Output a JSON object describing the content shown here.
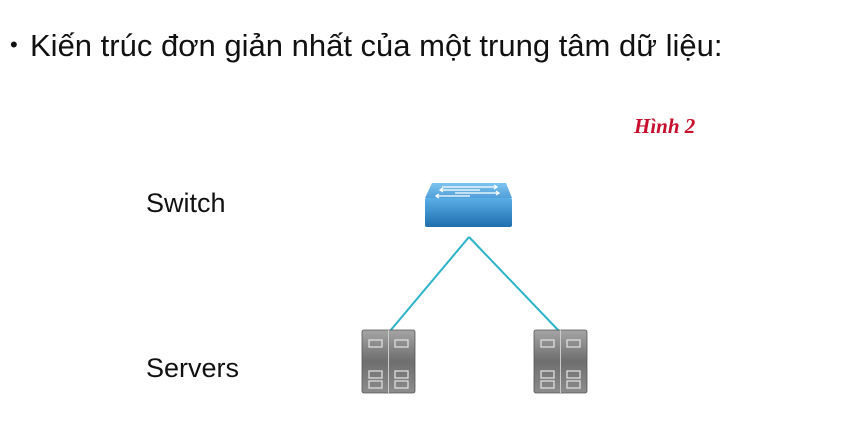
{
  "title": {
    "bullet": "•",
    "text": "Kiến trúc đơn giản nhất của một trung tâm dữ liệu:"
  },
  "figure_label": "Hình 2",
  "labels": {
    "switch": "Switch",
    "servers": "Servers"
  },
  "colors": {
    "link": "#2bb3c8",
    "switch": "#2f86c8",
    "server": "#7a7a7a",
    "figure_label": "#c8102e"
  }
}
